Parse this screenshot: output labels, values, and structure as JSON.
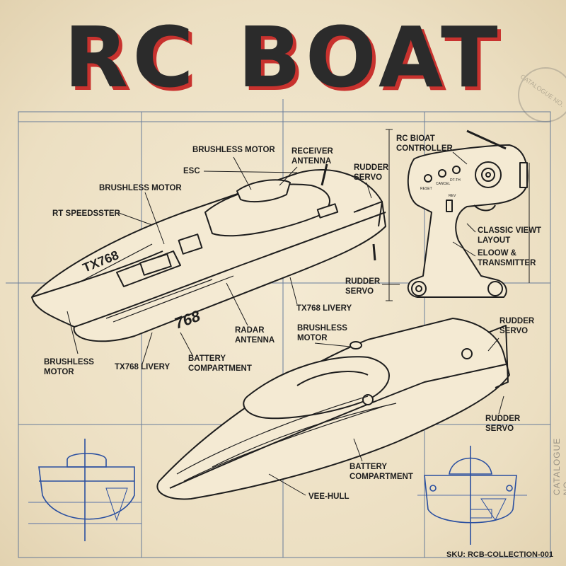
{
  "title": {
    "word1": "RC",
    "word2": "BOAT"
  },
  "stamp": {
    "text": "CATALOGUE NO."
  },
  "side_text": "CATALOGUE NO.",
  "sku": "SKU: RCB-COLLECTION-001",
  "labels": {
    "brushless_motor_top": "BRUSHLESS MOTOR",
    "receiver_antenna": "RECEIVER\nANTENNA",
    "esc": "ESC",
    "brushless_motor_left": "BRUSHLESS MOTOR",
    "rt_speedster": "RT SPEEDSSTER",
    "rudder_servo_top": "RUDDER\nSERVO",
    "rc_controller": "RC BIOAT\nCONTROLLER",
    "classic_layout": "CLASSIC VIEWT\nLAYOUT",
    "elbow_transmitter": "ELOOW &\nTRANSMITTER",
    "rudder_servo_mid": "RUDDER\nSERVO",
    "tx768_livery_mid": "TX768 LIVERY",
    "radar_antenna": "RADAR\nANTENNA",
    "brushless_motor_low": "BRUSHLESS\nMOTOR",
    "tx768_livery_low": "TX768 LIVERY",
    "battery_compartment_1": "BATTERY\nCOMPARTMENT",
    "brushless_motor_boat2": "BRUSHLESS\nMOTOR",
    "rudder_servo_right1": "RUDDER\nSERVO",
    "rudder_servo_right2": "RUDDER\nSERVO",
    "battery_compartment_2": "BATTERY\nCOMPARTMENT",
    "vee_hull": "VEE-HULL"
  },
  "livery": {
    "hull_number": "768",
    "cabin_mark": "TX768"
  },
  "controller_buttons": [
    "RESET",
    "CANCEL",
    "DT-TH",
    "REV"
  ],
  "colors": {
    "title": "#2b2b2b",
    "title_shadow": "#c8322e",
    "ink": "#1e1e1e",
    "blueprint": "#2a4fa0",
    "grid": "#3c5b8c",
    "paper": "#efe4cc"
  }
}
